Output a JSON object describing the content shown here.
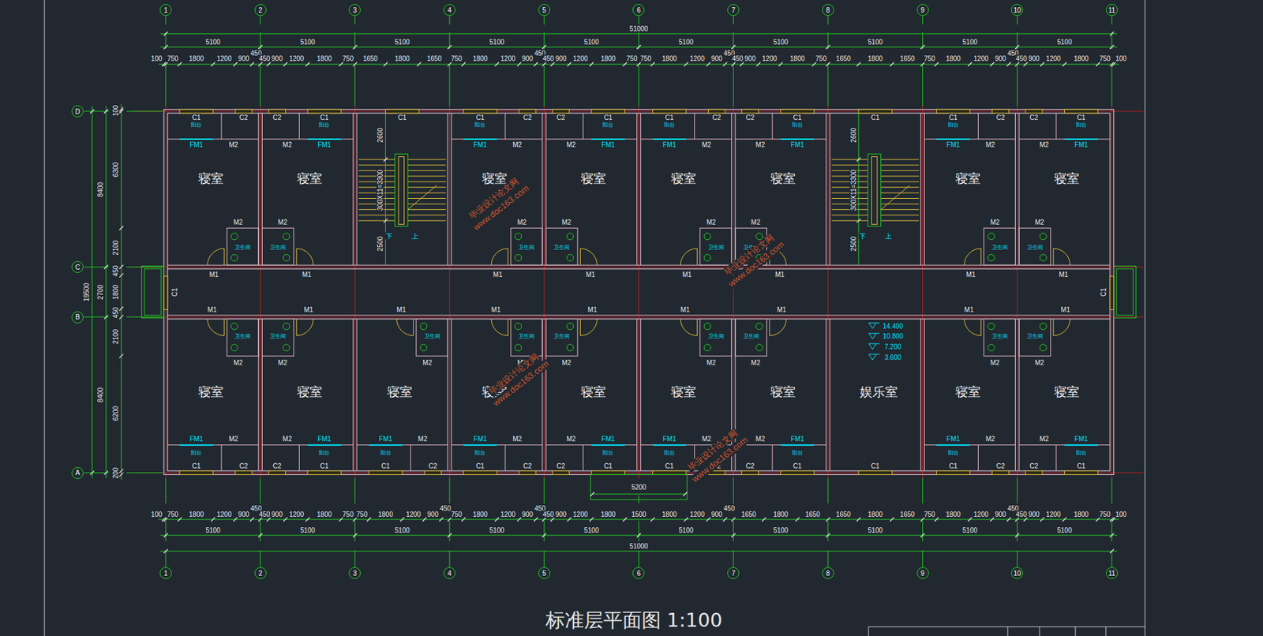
{
  "diagram": {
    "title": "标准层平面图 1:100",
    "nodes": [
      {
        "text": [
          "1"
        ]
      },
      {
        "text": [
          "2"
        ]
      },
      {
        "text": [
          "3"
        ]
      },
      {
        "text": [
          "4"
        ]
      },
      {
        "text": [
          "5"
        ]
      },
      {
        "text": [
          "6"
        ]
      },
      {
        "text": [
          "7"
        ]
      },
      {
        "text": [
          "8"
        ]
      },
      {
        "text": [
          "9"
        ]
      },
      {
        "text": [
          "10"
        ]
      },
      {
        "text": [
          "11"
        ]
      },
      {
        "text": [
          "D"
        ]
      },
      {
        "text": [
          "C"
        ]
      },
      {
        "text": [
          "B"
        ]
      },
      {
        "text": [
          "A"
        ]
      },
      {
        "text": [
          "寝室"
        ]
      },
      {
        "text": [
          "寝室"
        ]
      },
      {
        "text": [
          "寝室"
        ]
      },
      {
        "text": [
          "寝室"
        ]
      },
      {
        "text": [
          "寝室"
        ]
      },
      {
        "text": [
          "寝室"
        ]
      },
      {
        "text": [
          "寝室"
        ]
      },
      {
        "text": [
          "寝室"
        ]
      },
      {
        "text": [
          "寝室"
        ]
      },
      {
        "text": [
          "寝室"
        ]
      },
      {
        "text": [
          "寝室"
        ]
      },
      {
        "text": [
          "寝室"
        ]
      },
      {
        "text": [
          "寝室"
        ]
      },
      {
        "text": [
          "寝室"
        ]
      },
      {
        "text": [
          "寝室"
        ]
      },
      {
        "text": [
          "娱乐室"
        ]
      },
      {
        "text": [
          "寝室"
        ]
      },
      {
        "text": [
          "寝室"
        ]
      },
      {
        "text": [
          "1"
        ]
      },
      {
        "text": [
          "2"
        ]
      },
      {
        "text": [
          "3"
        ]
      },
      {
        "text": [
          "4"
        ]
      },
      {
        "text": [
          "5"
        ]
      },
      {
        "text": [
          "6"
        ]
      },
      {
        "text": [
          "7"
        ]
      },
      {
        "text": [
          "8"
        ]
      },
      {
        "text": [
          "9"
        ]
      },
      {
        "text": [
          "10"
        ]
      },
      {
        "text": [
          "11"
        ]
      }
    ],
    "labels": [
      "51000",
      "5100",
      "5100",
      "5100",
      "5100",
      "5100",
      "5100",
      "5100",
      "5100",
      "5100",
      "5100",
      "100",
      "750",
      "1800",
      "1200",
      "900",
      "450",
      "450",
      "900",
      "1200",
      "1800",
      "750",
      "1650",
      "1800",
      "1650",
      "750",
      "1800",
      "1200",
      "900",
      "450",
      "450",
      "900",
      "1200",
      "1800",
      "750",
      "750",
      "1800",
      "1200",
      "900",
      "450",
      "450",
      "900",
      "1200",
      "1800",
      "750",
      "1650",
      "1800",
      "1650",
      "750",
      "1800",
      "1200",
      "900",
      "450",
      "450",
      "900",
      "1200",
      "1800",
      "750",
      "100",
      "19500",
      "8400",
      "2700",
      "8400",
      "100",
      "6300",
      "2100",
      "450",
      "1800",
      "450",
      "2100",
      "6200",
      "200",
      "C1",
      "C2",
      "阳台",
      "FM1",
      "M2",
      "M2",
      "卫生间",
      "M1",
      "C1",
      "C2",
      "阳台",
      "FM1",
      "M2",
      "M2",
      "卫生间",
      "M1",
      "C1",
      "2600",
      "300X11=3300",
      "2500",
      "下",
      "上",
      "C1",
      "C2",
      "阳台",
      "FM1",
      "M2",
      "M2",
      "卫生间",
      "M1",
      "C1",
      "C2",
      "阳台",
      "FM1",
      "M2",
      "M2",
      "卫生间",
      "M1",
      "C1",
      "C2",
      "阳台",
      "FM1",
      "M2",
      "M2",
      "卫生间",
      "M1",
      "C1",
      "C2",
      "阳台",
      "FM1",
      "M2",
      "M2",
      "卫生间",
      "M1",
      "C1",
      "2600",
      "300X11=3300",
      "2500",
      "下",
      "上",
      "C1",
      "C2",
      "阳台",
      "FM1",
      "M2",
      "M2",
      "卫生间",
      "M1",
      "C1",
      "C2",
      "阳台",
      "FM1",
      "M2",
      "M2",
      "卫生间",
      "M1",
      "C1",
      "C1",
      "M1",
      "卫生间",
      "M2",
      "FM1",
      "M2",
      "阳台",
      "C1",
      "C2",
      "M1",
      "卫生间",
      "M2",
      "FM1",
      "M2",
      "阳台",
      "C1",
      "C2",
      "M1",
      "卫生间",
      "M2",
      "FM1",
      "M2",
      "阳台",
      "C1",
      "C2",
      "M1",
      "卫生间",
      "M2",
      "FM1",
      "M2",
      "阳台",
      "C1",
      "C2",
      "M1",
      "卫生间",
      "M2",
      "FM1",
      "M2",
      "阳台",
      "C1",
      "C2",
      "M1",
      "卫生间",
      "M2",
      "FM1",
      "M2",
      "阳台",
      "C1",
      "C2",
      "M1",
      "卫生间",
      "M2",
      "FM1",
      "M2",
      "阳台",
      "C1",
      "C2",
      "14.400",
      "10.800",
      "7.200",
      "3.600",
      "C1",
      "M1",
      "卫生间",
      "M2",
      "FM1",
      "M2",
      "阳台",
      "C1",
      "C2",
      "M1",
      "卫生间",
      "M2",
      "FM1",
      "M2",
      "阳台",
      "C1",
      "C2",
      "5200",
      "100",
      "750",
      "1800",
      "1200",
      "900",
      "450",
      "450",
      "900",
      "1200",
      "1800",
      "750",
      "750",
      "1800",
      "1200",
      "900",
      "450",
      "750",
      "1800",
      "1200",
      "900",
      "450",
      "450",
      "900",
      "1200",
      "1800",
      "1500",
      "1800",
      "1200",
      "900",
      "450",
      "1650",
      "1800",
      "1650",
      "1650",
      "1800",
      "1650",
      "750",
      "1800",
      "1200",
      "900",
      "450",
      "450",
      "900",
      "1200",
      "1800",
      "750",
      "100",
      "5100",
      "5100",
      "5100",
      "5100",
      "5100",
      "5100",
      "5100",
      "5100",
      "5100",
      "5100",
      "51000",
      "毕业设计论文网",
      "www.doc163.com",
      "毕业设计论文网",
      "www.doc163.com",
      "毕业设计论文网",
      "www.doc163.com",
      "毕业设计论文网",
      "www.doc163.com"
    ]
  }
}
